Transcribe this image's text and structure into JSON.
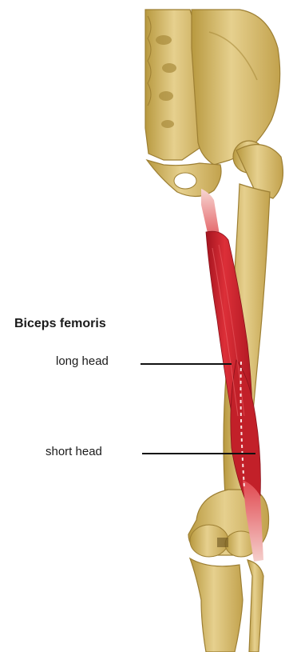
{
  "title": "Biceps femoris",
  "labels": {
    "long_head": "long head",
    "short_head": "short head"
  },
  "colors": {
    "bone": "#d8c07a",
    "bone_shadow": "#b0913f",
    "bone_highlight": "#efe0a8",
    "muscle": "#d22a33",
    "muscle_dark": "#9c1620",
    "tendon": "#f2b6b6",
    "leader_line": "#111111"
  }
}
